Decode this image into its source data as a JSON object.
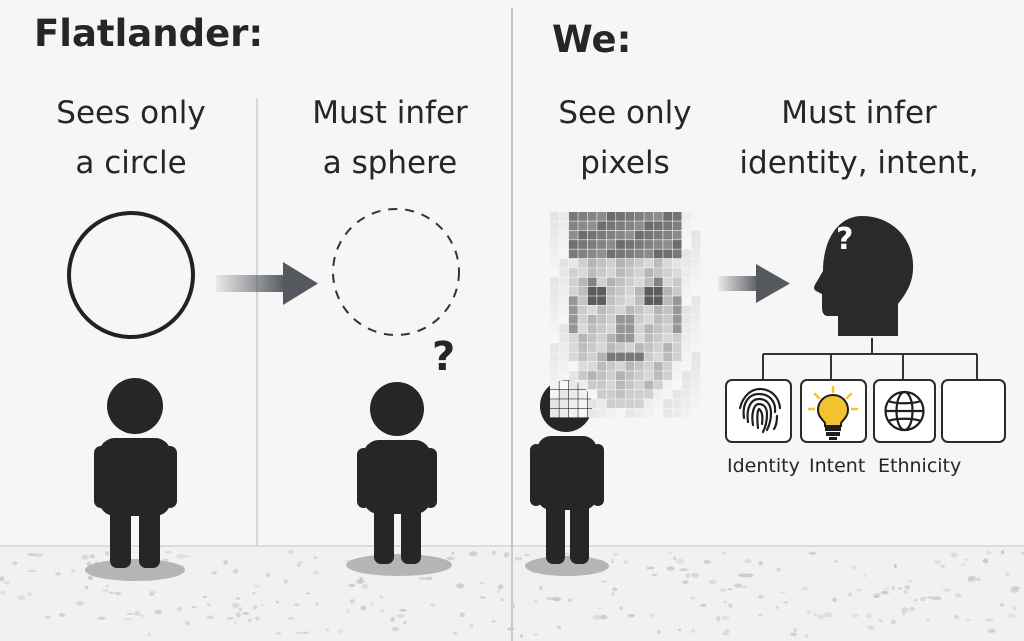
{
  "left_panel": {
    "heading": "Flatlander:",
    "caption_sees": [
      "Sees only",
      "a circle"
    ],
    "caption_infer": [
      "Must infer",
      "a sphere"
    ],
    "question_mark": "?"
  },
  "right_panel": {
    "heading": "We:",
    "caption_sees": [
      "See only",
      "pixels"
    ],
    "caption_infer": [
      "Must infer",
      "identity, intent,"
    ],
    "head_question_mark": "?",
    "attributes": [
      {
        "label": "Identity",
        "icon": "fingerprint-icon"
      },
      {
        "label": "Intent",
        "icon": "lightbulb-icon"
      },
      {
        "label": "Ethnicity",
        "icon": "globe-icon"
      },
      {
        "label": "",
        "icon": "empty-box"
      }
    ]
  },
  "colors": {
    "figure": "#262626",
    "bulb": "#f2c230",
    "arrow": "#55595f",
    "divider": "#c8c8c8"
  }
}
